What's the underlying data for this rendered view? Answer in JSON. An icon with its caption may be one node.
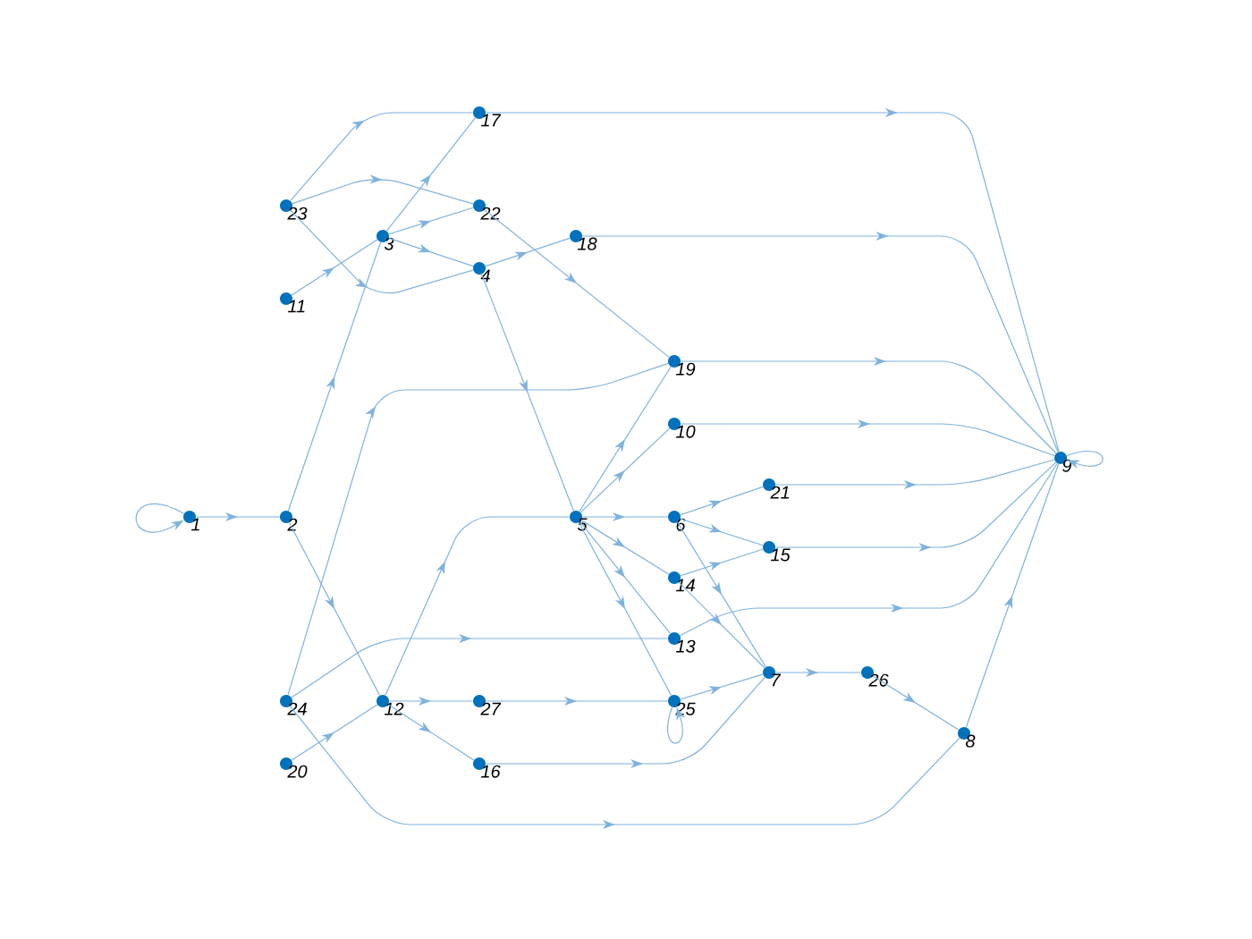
{
  "diagram": {
    "nodes": [
      {
        "text": [
          "1"
        ]
      },
      {
        "text": [
          "2"
        ]
      },
      {
        "text": [
          "3"
        ]
      },
      {
        "text": [
          "4"
        ]
      },
      {
        "text": [
          "5"
        ]
      },
      {
        "text": [
          "6"
        ]
      },
      {
        "text": [
          "7"
        ]
      },
      {
        "text": [
          "8"
        ]
      },
      {
        "text": [
          "9"
        ]
      },
      {
        "text": [
          "10"
        ]
      },
      {
        "text": [
          "11"
        ]
      },
      {
        "text": [
          "12"
        ]
      },
      {
        "text": [
          "13"
        ]
      },
      {
        "text": [
          "14"
        ]
      },
      {
        "text": [
          "15"
        ]
      },
      {
        "text": [
          "16"
        ]
      },
      {
        "text": [
          "17"
        ]
      },
      {
        "text": [
          "18"
        ]
      },
      {
        "text": [
          "19"
        ]
      },
      {
        "text": [
          "20"
        ]
      },
      {
        "text": [
          "21"
        ]
      },
      {
        "text": [
          "22"
        ]
      },
      {
        "text": [
          "23"
        ]
      },
      {
        "text": [
          "24"
        ]
      },
      {
        "text": [
          "25"
        ]
      },
      {
        "text": [
          "26"
        ]
      },
      {
        "text": [
          "27"
        ]
      }
    ],
    "edges": [
      {
        "from": 0,
        "to": 0,
        "arrow": "to"
      },
      {
        "from": 0,
        "to": 1,
        "arrow": "to"
      },
      {
        "from": 1,
        "to": 2,
        "arrow": "to"
      },
      {
        "from": 1,
        "to": 11,
        "arrow": "to"
      },
      {
        "from": 2,
        "to": 16,
        "arrow": "to"
      },
      {
        "from": 2,
        "to": 21,
        "arrow": "to"
      },
      {
        "from": 2,
        "to": 3,
        "arrow": "to"
      },
      {
        "from": 10,
        "to": 2,
        "arrow": "to"
      },
      {
        "from": 22,
        "to": 16,
        "arrow": "to"
      },
      {
        "from": 22,
        "to": 21,
        "arrow": "to"
      },
      {
        "from": 22,
        "to": 3,
        "arrow": "to"
      },
      {
        "from": 3,
        "to": 17,
        "arrow": "to"
      },
      {
        "from": 3,
        "to": 4,
        "arrow": "to"
      },
      {
        "from": 21,
        "to": 18,
        "arrow": "to"
      },
      {
        "from": 23,
        "to": 18,
        "arrow": "to"
      },
      {
        "from": 23,
        "to": 12,
        "arrow": "to"
      },
      {
        "from": 23,
        "to": 7,
        "arrow": "to"
      },
      {
        "from": 19,
        "to": 11,
        "arrow": "to"
      },
      {
        "from": 11,
        "to": 4,
        "arrow": "to"
      },
      {
        "from": 11,
        "to": 26,
        "arrow": "to"
      },
      {
        "from": 11,
        "to": 15,
        "arrow": "to"
      },
      {
        "from": 26,
        "to": 24,
        "arrow": "to"
      },
      {
        "from": 15,
        "to": 6,
        "arrow": "to"
      },
      {
        "from": 4,
        "to": 18,
        "arrow": "to"
      },
      {
        "from": 4,
        "to": 9,
        "arrow": "to"
      },
      {
        "from": 4,
        "to": 5,
        "arrow": "to"
      },
      {
        "from": 4,
        "to": 13,
        "arrow": "to"
      },
      {
        "from": 4,
        "to": 12,
        "arrow": "to"
      },
      {
        "from": 4,
        "to": 24,
        "arrow": "to"
      },
      {
        "from": 5,
        "to": 20,
        "arrow": "to"
      },
      {
        "from": 5,
        "to": 14,
        "arrow": "to"
      },
      {
        "from": 5,
        "to": 6,
        "arrow": "to"
      },
      {
        "from": 13,
        "to": 14,
        "arrow": "to"
      },
      {
        "from": 13,
        "to": 6,
        "arrow": "to"
      },
      {
        "from": 12,
        "to": 8,
        "arrow": "to"
      },
      {
        "from": 24,
        "to": 6,
        "arrow": "to"
      },
      {
        "from": 24,
        "to": 24,
        "arrow": "to"
      },
      {
        "from": 6,
        "to": 25,
        "arrow": "to"
      },
      {
        "from": 25,
        "to": 7,
        "arrow": "to"
      },
      {
        "from": 7,
        "to": 8,
        "arrow": "to"
      },
      {
        "from": 16,
        "to": 8,
        "arrow": "to"
      },
      {
        "from": 17,
        "to": 8,
        "arrow": "to"
      },
      {
        "from": 18,
        "to": 8,
        "arrow": "to"
      },
      {
        "from": 9,
        "to": 8,
        "arrow": "to"
      },
      {
        "from": 20,
        "to": 8,
        "arrow": "to"
      },
      {
        "from": 14,
        "to": 8,
        "arrow": "to"
      },
      {
        "from": 8,
        "to": 8,
        "arrow": "to"
      }
    ]
  }
}
